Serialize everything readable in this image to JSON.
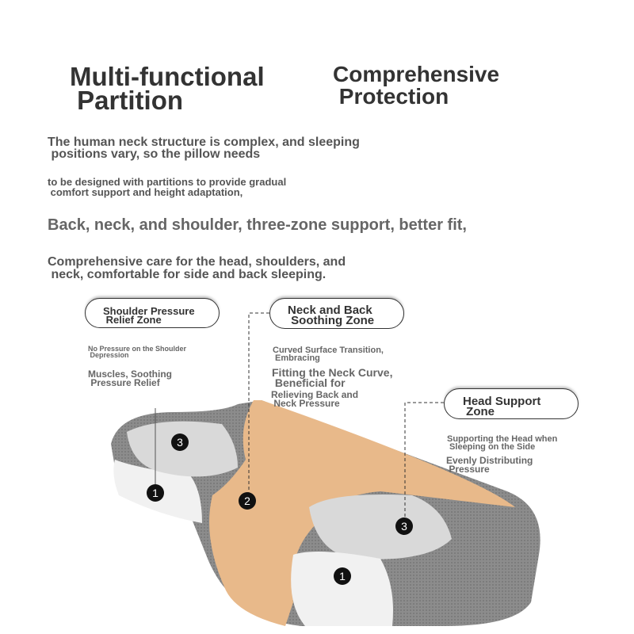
{
  "headings": {
    "left": "Multi-functional\n Partition",
    "right": "Comprehensive\n Protection"
  },
  "paragraphs": [
    "The human neck structure is complex, and sleeping\n positions vary, so the pillow needs",
    "to be designed with partitions to provide gradual\n comfort support and height adaptation,",
    "Back, neck, and shoulder, three-zone support, better fit,",
    "Comprehensive care for the head, shoulders, and\n neck, comfortable for side and back sleeping."
  ],
  "zones": {
    "shoulder": {
      "label": "Shoulder Pressure\n Relief Zone",
      "desc1": "No Pressure on the Shoulder\n Depression",
      "desc2": "Muscles, Soothing\n Pressure Relief"
    },
    "neck": {
      "label": "Neck and Back\n Soothing Zone",
      "desc1": "Curved Surface Transition,\n Embracing",
      "desc2": "Fitting the Neck Curve,\n Beneficial for",
      "desc3": "Relieving Back and\n Neck Pressure"
    },
    "head": {
      "label": "Head Support\n Zone",
      "desc1": "Supporting the Head when\n Sleeping on the Side",
      "desc2": "Evenly Distributing\n Pressure"
    }
  },
  "markers": [
    "3",
    "1",
    "2",
    "3",
    "1"
  ],
  "colors": {
    "neck_zone": "#e8b98a",
    "foam": "#8a8a8a",
    "cushion": "#d9d9d9"
  }
}
